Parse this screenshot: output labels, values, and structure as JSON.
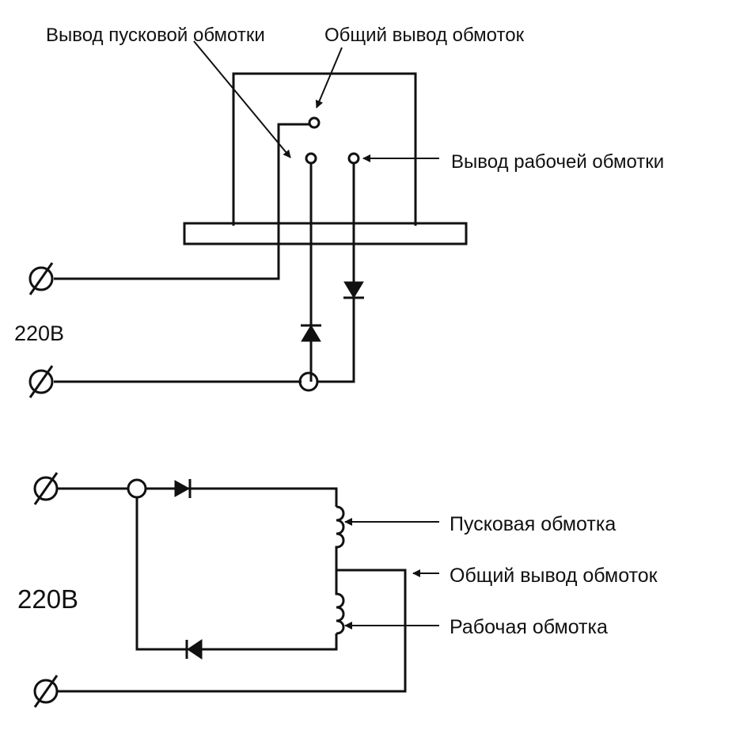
{
  "top": {
    "label_start_lead": "Вывод пусковой обмотки",
    "label_common_lead": "Общий вывод обмоток",
    "label_run_lead": "Вывод рабочей обмотки",
    "voltage": "220В"
  },
  "bottom": {
    "label_start_winding": "Пусковая обмотка",
    "label_common_lead": "Общий вывод обмоток",
    "label_run_winding": "Рабочая обмотка",
    "voltage": "220В"
  }
}
